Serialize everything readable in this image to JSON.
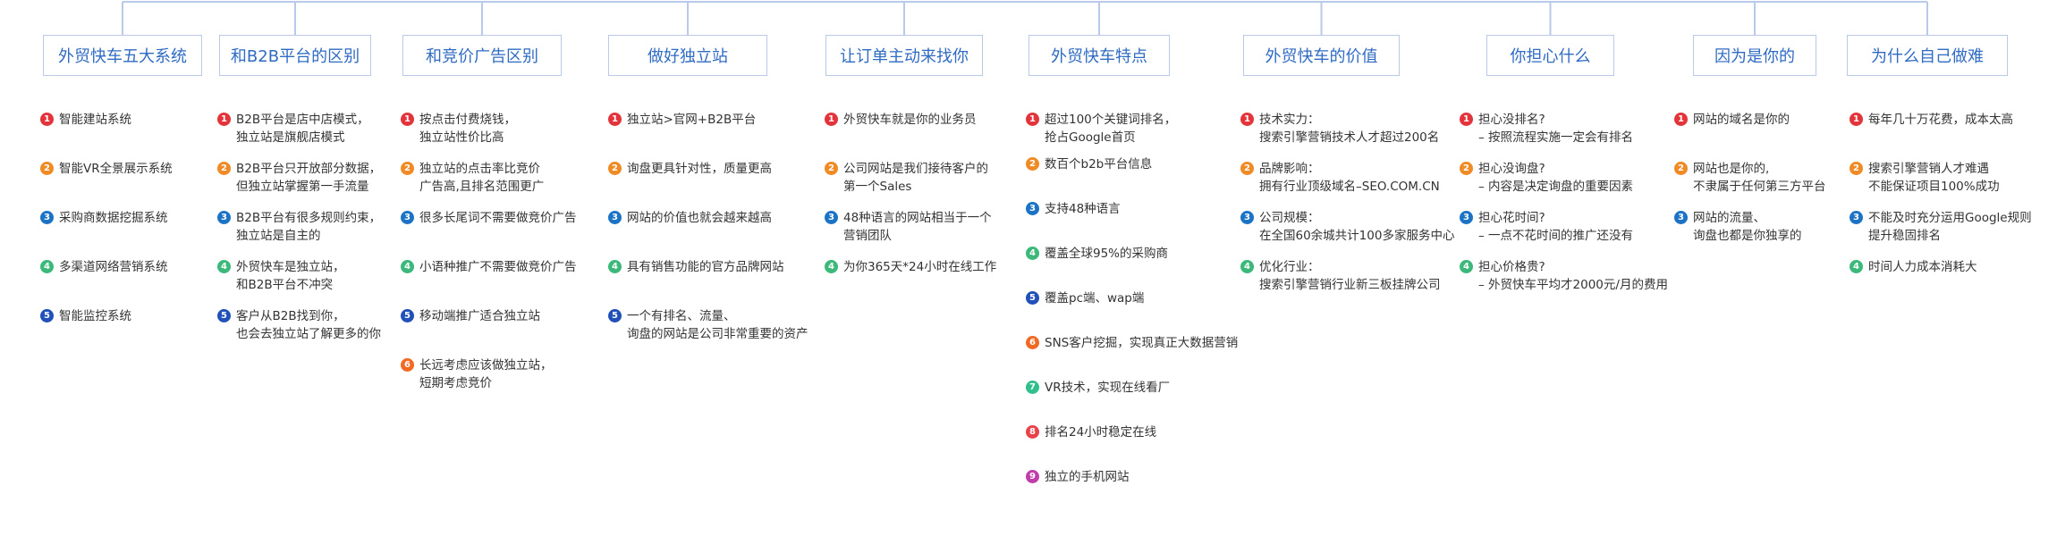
{
  "colors": {
    "header_text": "#2f6bc2",
    "header_border": "#b9c9ea",
    "connector": "#b9c9ea",
    "badges": [
      "#e3333b",
      "#f08a24",
      "#1c73c6",
      "#3bb87a",
      "#2050b8",
      "#f06a24",
      "#2fc08c",
      "#e8434a",
      "#c13dab"
    ]
  },
  "columns": [
    {
      "title": "外贸快车五大系统",
      "items": [
        {
          "num": "1",
          "lines": [
            "智能建站系统"
          ]
        },
        {
          "num": "2",
          "lines": [
            "智能VR全景展示系统"
          ]
        },
        {
          "num": "3",
          "lines": [
            "采购商数据挖掘系统"
          ]
        },
        {
          "num": "4",
          "lines": [
            "多渠道网络营销系统"
          ]
        },
        {
          "num": "5",
          "lines": [
            "智能监控系统"
          ]
        }
      ]
    },
    {
      "title": "和B2B平台的区别",
      "items": [
        {
          "num": "1",
          "lines": [
            "B2B平台是店中店模式，",
            "独立站是旗舰店模式"
          ]
        },
        {
          "num": "2",
          "lines": [
            "B2B平台只开放部分数据，",
            "但独立站掌握第一手流量"
          ]
        },
        {
          "num": "3",
          "lines": [
            "B2B平台有很多规则约束，",
            "独立站是自主的"
          ]
        },
        {
          "num": "4",
          "lines": [
            "外贸快车是独立站，",
            "和B2B平台不冲突"
          ]
        },
        {
          "num": "5",
          "lines": [
            "客户从B2B找到你，",
            "也会去独立站了解更多的你"
          ]
        }
      ]
    },
    {
      "title": "和竞价广告区别",
      "items": [
        {
          "num": "1",
          "lines": [
            "按点击付费烧钱，",
            "独立站性价比高"
          ]
        },
        {
          "num": "2",
          "lines": [
            "独立站的点击率比竞价",
            "广告高,且排名范围更广"
          ]
        },
        {
          "num": "3",
          "lines": [
            "很多长尾词不需要做竞价广告"
          ]
        },
        {
          "num": "4",
          "lines": [
            "小语种推广不需要做竞价广告"
          ]
        },
        {
          "num": "5",
          "lines": [
            "移动端推广适合独立站"
          ]
        },
        {
          "num": "6",
          "lines": [
            "长远考虑应该做独立站，",
            "短期考虑竞价"
          ]
        }
      ]
    },
    {
      "title": "做好独立站",
      "items": [
        {
          "num": "1",
          "lines": [
            "独立站>官网+B2B平台"
          ]
        },
        {
          "num": "2",
          "lines": [
            "询盘更具针对性，质量更高"
          ]
        },
        {
          "num": "3",
          "lines": [
            "网站的价值也就会越来越高"
          ]
        },
        {
          "num": "4",
          "lines": [
            "具有销售功能的官方品牌网站"
          ]
        },
        {
          "num": "5",
          "lines": [
            "一个有排名、流量、",
            "询盘的网站是公司非常重要的资产"
          ]
        }
      ]
    },
    {
      "title": "让订单主动来找你",
      "items": [
        {
          "num": "1",
          "lines": [
            "外贸快车就是你的业务员"
          ]
        },
        {
          "num": "2",
          "lines": [
            "公司网站是我们接待客户的",
            "第一个Sales"
          ]
        },
        {
          "num": "3",
          "lines": [
            "48种语言的网站相当于一个",
            "营销团队"
          ]
        },
        {
          "num": "4",
          "lines": [
            "为你365天*24小时在线工作"
          ]
        }
      ]
    },
    {
      "title": "外贸快车特点",
      "items": [
        {
          "num": "1",
          "lines": [
            "超过100个关键词排名，",
            "抢占Google首页"
          ]
        },
        {
          "num": "2",
          "lines": [
            "数百个b2b平台信息"
          ]
        },
        {
          "num": "3",
          "lines": [
            "支持48种语言"
          ]
        },
        {
          "num": "4",
          "lines": [
            "覆盖全球95%的采购商"
          ]
        },
        {
          "num": "5",
          "lines": [
            "覆盖pc端、wap端"
          ]
        },
        {
          "num": "6",
          "lines": [
            "SNS客户挖掘，实现真正大数据营销"
          ]
        },
        {
          "num": "7",
          "lines": [
            "VR技术，实现在线看厂"
          ]
        },
        {
          "num": "8",
          "lines": [
            "排名24小时稳定在线"
          ]
        },
        {
          "num": "9",
          "lines": [
            "独立的手机网站"
          ]
        }
      ]
    },
    {
      "title": "外贸快车的价值",
      "items": [
        {
          "num": "1",
          "lines": [
            "技术实力：",
            "搜索引擎营销技术人才超过200名"
          ]
        },
        {
          "num": "2",
          "lines": [
            "品牌影响：",
            "拥有行业顶级域名–SEO.COM.CN"
          ]
        },
        {
          "num": "3",
          "lines": [
            "公司规模：",
            "在全国60余城共计100多家服务中心"
          ]
        },
        {
          "num": "4",
          "lines": [
            "优化行业：",
            "搜索引擎营销行业新三板挂牌公司"
          ]
        }
      ]
    },
    {
      "title": "你担心什么",
      "items": [
        {
          "num": "1",
          "lines": [
            "担心没排名?",
            "– 按照流程实施一定会有排名"
          ]
        },
        {
          "num": "2",
          "lines": [
            "担心没询盘?",
            "– 内容是决定询盘的重要因素"
          ]
        },
        {
          "num": "3",
          "lines": [
            "担心花时间?",
            "– 一点不花时间的推广还没有"
          ]
        },
        {
          "num": "4",
          "lines": [
            "担心价格贵?",
            "– 外贸快车平均才2000元/月的费用"
          ]
        }
      ]
    },
    {
      "title": "因为是你的",
      "items": [
        {
          "num": "1",
          "lines": [
            "网站的域名是你的"
          ]
        },
        {
          "num": "2",
          "lines": [
            "网站也是你的,",
            "不隶属于任何第三方平台"
          ]
        },
        {
          "num": "3",
          "lines": [
            "网站的流量、",
            "询盘也都是你独享的"
          ]
        }
      ]
    },
    {
      "title": "为什么自己做难",
      "items": [
        {
          "num": "1",
          "lines": [
            "每年几十万花费，成本太高"
          ]
        },
        {
          "num": "2",
          "lines": [
            "搜索引擎营销人才难遇",
            "不能保证项目100%成功"
          ]
        },
        {
          "num": "3",
          "lines": [
            "不能及时充分运用Google规则",
            "提升稳固排名"
          ]
        },
        {
          "num": "4",
          "lines": [
            "时间人力成本消耗大"
          ]
        }
      ]
    }
  ]
}
